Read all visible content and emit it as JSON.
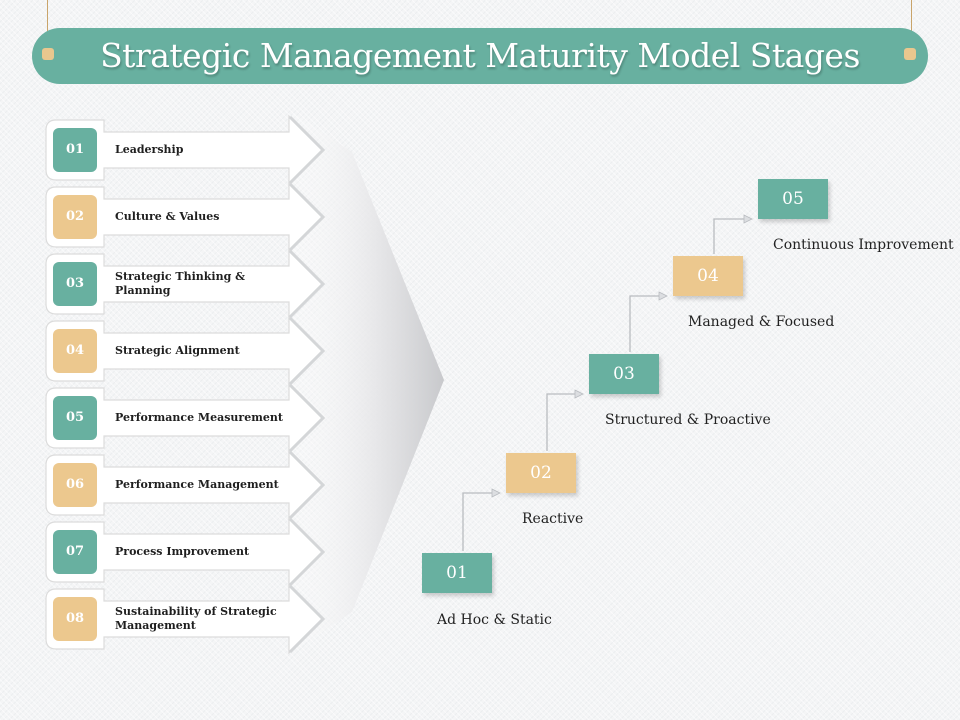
{
  "title": "Strategic Management Maturity Model Stages",
  "list_items": [
    {
      "number": "01",
      "label": "Leadership",
      "color": "teal"
    },
    {
      "number": "02",
      "label": "Culture & Values",
      "color": "gold"
    },
    {
      "number": "03",
      "label": "Strategic Thinking & Planning",
      "color": "teal"
    },
    {
      "number": "04",
      "label": "Strategic Alignment",
      "color": "gold"
    },
    {
      "number": "05",
      "label": "Performance Measurement",
      "color": "teal"
    },
    {
      "number": "06",
      "label": "Performance Management",
      "color": "gold"
    },
    {
      "number": "07",
      "label": "Process Improvement",
      "color": "teal"
    },
    {
      "number": "08",
      "label": "Sustainability of Strategic Management",
      "color": "gold"
    }
  ],
  "stages": [
    {
      "number": "01",
      "label": "Ad Hoc & Static",
      "color": "teal"
    },
    {
      "number": "02",
      "label": "Reactive",
      "color": "gold"
    },
    {
      "number": "03",
      "label": "Structured  & Proactive",
      "color": "teal"
    },
    {
      "number": "04",
      "label": "Managed & Focused",
      "color": "gold"
    },
    {
      "number": "05",
      "label": "Continuous Improvement",
      "color": "teal"
    }
  ],
  "colors": {
    "teal": "#68b0a0",
    "gold": "#ecc88e"
  }
}
